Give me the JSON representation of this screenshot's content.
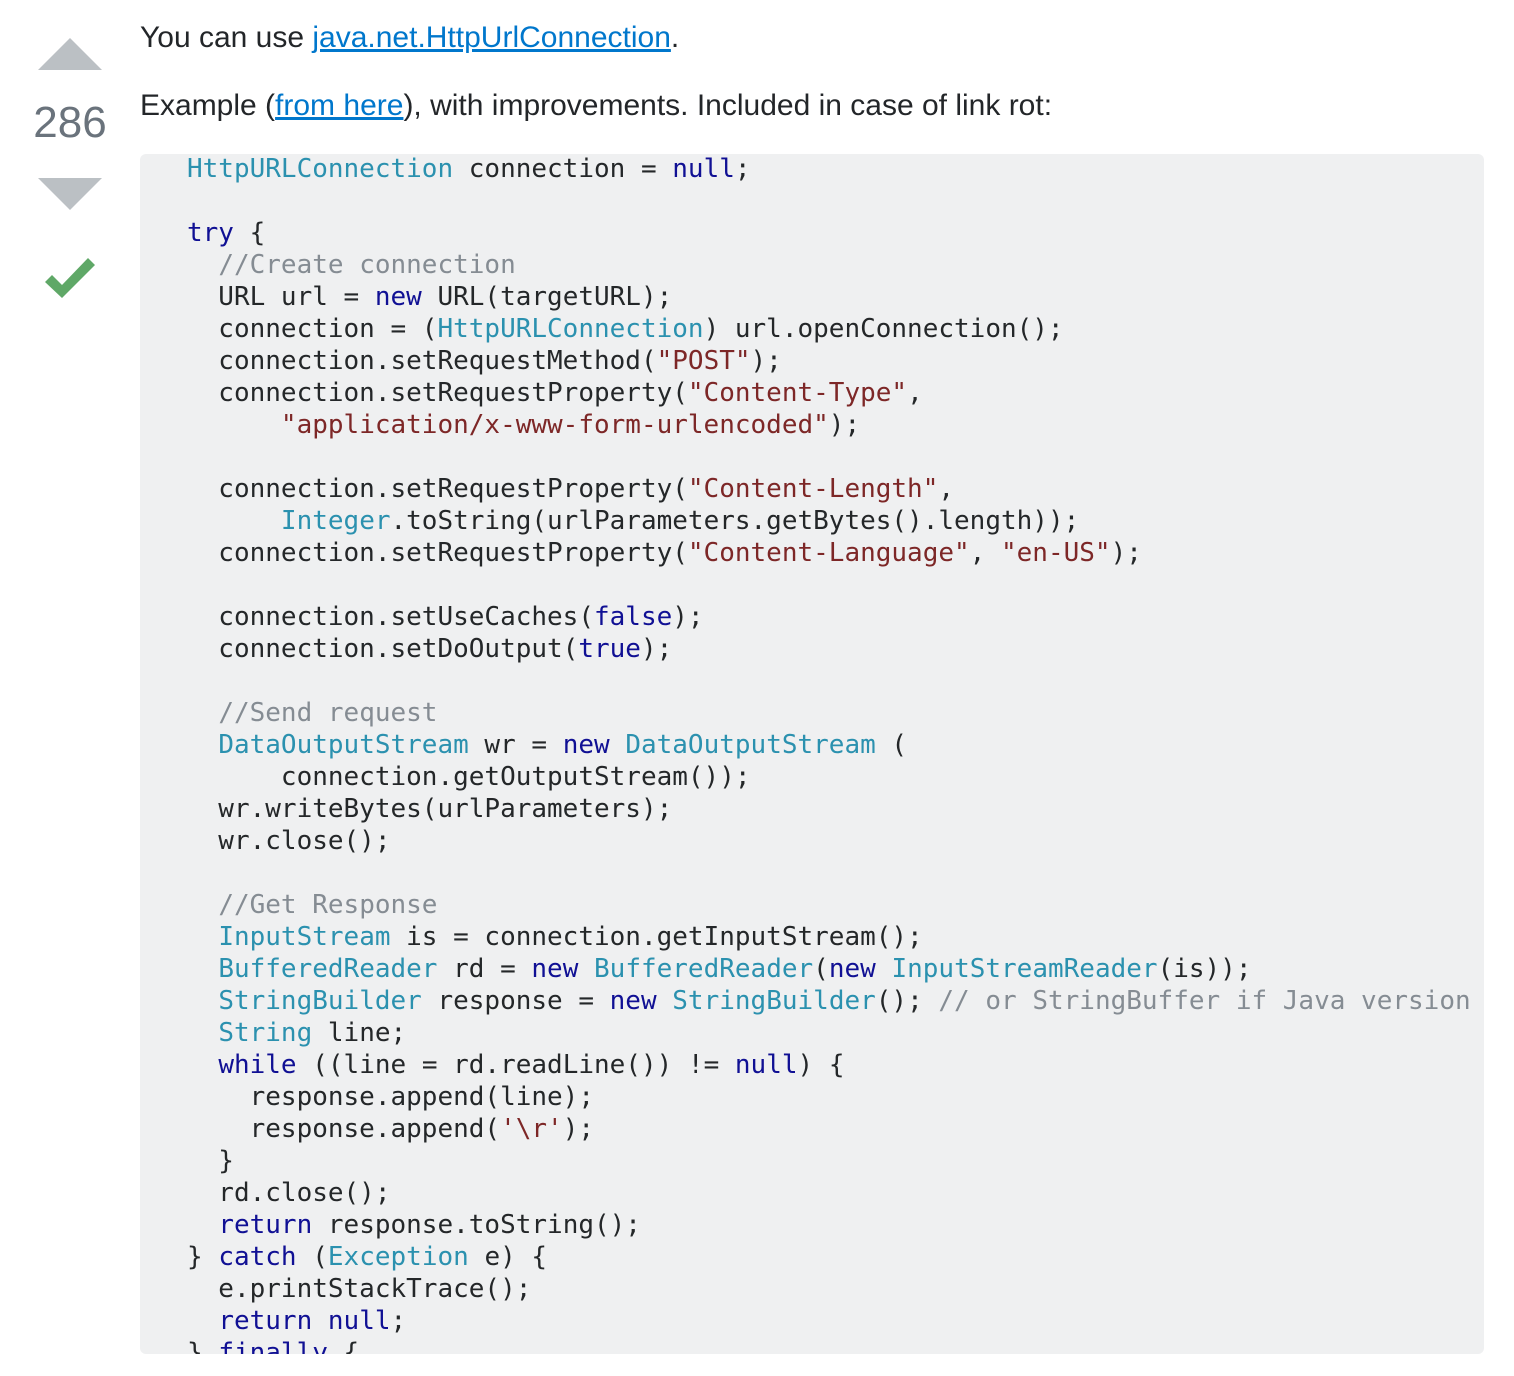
{
  "answer": {
    "vote_count": "286",
    "upvote_label": "Up vote",
    "downvote_label": "Down vote",
    "accepted_icon": "check-icon",
    "accepted_color": "#5fa867",
    "paragraphs": [
      {
        "before": "You can use ",
        "link": "java.net.HttpUrlConnection",
        "after": "."
      },
      {
        "before": "Example (",
        "link": "from here",
        "after": "), with improvements. Included in case of link rot:"
      }
    ],
    "colors": {
      "link": "#0077cc",
      "code_bg": "#eff0f1",
      "keyword": "#101094",
      "type": "#2b91af",
      "string": "#7d2727",
      "comment": "#858c93"
    },
    "code_lines": [
      [
        [
          "t",
          "HttpURLConnection"
        ],
        [
          "p",
          " connection = "
        ],
        [
          "k",
          "null"
        ],
        [
          "p",
          ";"
        ]
      ],
      [],
      [
        [
          "k",
          "try"
        ],
        [
          "p",
          " {"
        ]
      ],
      [
        [
          "p",
          "  "
        ],
        [
          "c",
          "//Create connection"
        ]
      ],
      [
        [
          "p",
          "  URL url = "
        ],
        [
          "k",
          "new"
        ],
        [
          "p",
          " URL(targetURL);"
        ]
      ],
      [
        [
          "p",
          "  connection = ("
        ],
        [
          "t",
          "HttpURLConnection"
        ],
        [
          "p",
          ") url.openConnection();"
        ]
      ],
      [
        [
          "p",
          "  connection.setRequestMethod("
        ],
        [
          "s",
          "\"POST\""
        ],
        [
          "p",
          ");"
        ]
      ],
      [
        [
          "p",
          "  connection.setRequestProperty("
        ],
        [
          "s",
          "\"Content-Type\""
        ],
        [
          "p",
          ","
        ]
      ],
      [
        [
          "p",
          "      "
        ],
        [
          "s",
          "\"application/x-www-form-urlencoded\""
        ],
        [
          "p",
          ");"
        ]
      ],
      [],
      [
        [
          "p",
          "  connection.setRequestProperty("
        ],
        [
          "s",
          "\"Content-Length\""
        ],
        [
          "p",
          ","
        ]
      ],
      [
        [
          "p",
          "      "
        ],
        [
          "t",
          "Integer"
        ],
        [
          "p",
          ".toString(urlParameters.getBytes().length));"
        ]
      ],
      [
        [
          "p",
          "  connection.setRequestProperty("
        ],
        [
          "s",
          "\"Content-Language\""
        ],
        [
          "p",
          ", "
        ],
        [
          "s",
          "\"en-US\""
        ],
        [
          "p",
          ");"
        ]
      ],
      [],
      [
        [
          "p",
          "  connection.setUseCaches("
        ],
        [
          "k",
          "false"
        ],
        [
          "p",
          ");"
        ]
      ],
      [
        [
          "p",
          "  connection.setDoOutput("
        ],
        [
          "k",
          "true"
        ],
        [
          "p",
          ");"
        ]
      ],
      [],
      [
        [
          "p",
          "  "
        ],
        [
          "c",
          "//Send request"
        ]
      ],
      [
        [
          "p",
          "  "
        ],
        [
          "t",
          "DataOutputStream"
        ],
        [
          "p",
          " wr = "
        ],
        [
          "k",
          "new"
        ],
        [
          "p",
          " "
        ],
        [
          "t",
          "DataOutputStream"
        ],
        [
          "p",
          " ("
        ]
      ],
      [
        [
          "p",
          "      connection.getOutputStream());"
        ]
      ],
      [
        [
          "p",
          "  wr.writeBytes(urlParameters);"
        ]
      ],
      [
        [
          "p",
          "  wr.close();"
        ]
      ],
      [],
      [
        [
          "p",
          "  "
        ],
        [
          "c",
          "//Get Response"
        ]
      ],
      [
        [
          "p",
          "  "
        ],
        [
          "t",
          "InputStream"
        ],
        [
          "p",
          " is = connection.getInputStream();"
        ]
      ],
      [
        [
          "p",
          "  "
        ],
        [
          "t",
          "BufferedReader"
        ],
        [
          "p",
          " rd = "
        ],
        [
          "k",
          "new"
        ],
        [
          "p",
          " "
        ],
        [
          "t",
          "BufferedReader"
        ],
        [
          "p",
          "("
        ],
        [
          "k",
          "new"
        ],
        [
          "p",
          " "
        ],
        [
          "t",
          "InputStreamReader"
        ],
        [
          "p",
          "(is));"
        ]
      ],
      [
        [
          "p",
          "  "
        ],
        [
          "t",
          "StringBuilder"
        ],
        [
          "p",
          " response = "
        ],
        [
          "k",
          "new"
        ],
        [
          "p",
          " "
        ],
        [
          "t",
          "StringBuilder"
        ],
        [
          "p",
          "(); "
        ],
        [
          "c",
          "// or StringBuffer if Java version"
        ]
      ],
      [
        [
          "p",
          "  "
        ],
        [
          "t",
          "String"
        ],
        [
          "p",
          " line;"
        ]
      ],
      [
        [
          "p",
          "  "
        ],
        [
          "k",
          "while"
        ],
        [
          "p",
          " ((line = rd.readLine()) != "
        ],
        [
          "k",
          "null"
        ],
        [
          "p",
          ") {"
        ]
      ],
      [
        [
          "p",
          "    response.append(line);"
        ]
      ],
      [
        [
          "p",
          "    response.append("
        ],
        [
          "s",
          "'\\r'"
        ],
        [
          "p",
          ");"
        ]
      ],
      [
        [
          "p",
          "  }"
        ]
      ],
      [
        [
          "p",
          "  rd.close();"
        ]
      ],
      [
        [
          "p",
          "  "
        ],
        [
          "k",
          "return"
        ],
        [
          "p",
          " response.toString();"
        ]
      ],
      [
        [
          "p",
          "} "
        ],
        [
          "k",
          "catch"
        ],
        [
          "p",
          " ("
        ],
        [
          "t",
          "Exception"
        ],
        [
          "p",
          " e) {"
        ]
      ],
      [
        [
          "p",
          "  e.printStackTrace();"
        ]
      ],
      [
        [
          "p",
          "  "
        ],
        [
          "k",
          "return"
        ],
        [
          "p",
          " "
        ],
        [
          "k",
          "null"
        ],
        [
          "p",
          ";"
        ]
      ],
      [
        [
          "p",
          "} "
        ],
        [
          "k",
          "finally"
        ],
        [
          "p",
          " {"
        ]
      ]
    ]
  }
}
